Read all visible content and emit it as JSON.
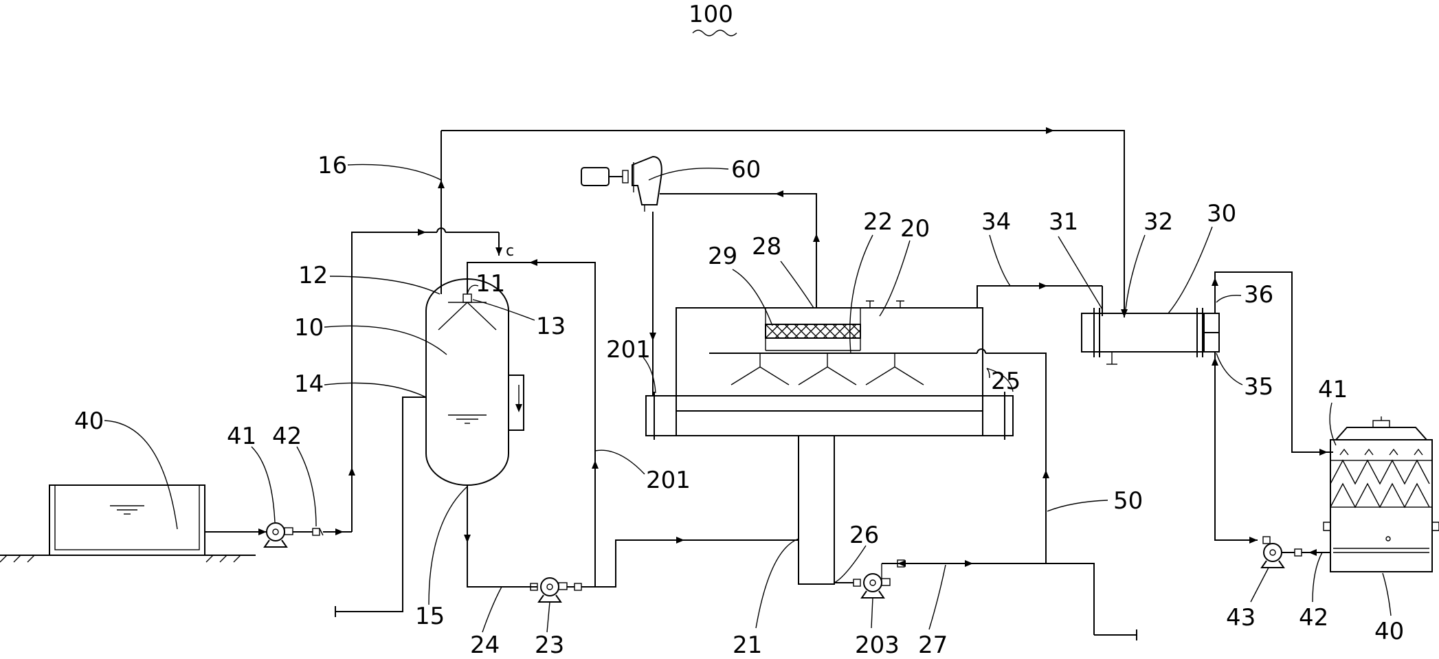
{
  "figure_number": "100",
  "labels": {
    "l10": "10",
    "l11": "11",
    "l12": "12",
    "l13": "13",
    "l14": "14",
    "l15": "15",
    "l16": "16",
    "l20": "20",
    "l21": "21",
    "l22": "22",
    "l23": "23",
    "l24": "24",
    "l25": "25",
    "l26": "26",
    "l27": "27",
    "l28": "28",
    "l29": "29",
    "l30": "30",
    "l31": "31",
    "l32": "32",
    "l34": "34",
    "l35": "35",
    "l36": "36",
    "l40a": "40",
    "l40b": "40",
    "l41a": "41",
    "l41b": "41",
    "l42a": "42",
    "l42b": "42",
    "l43": "43",
    "l50": "50",
    "l60": "60",
    "l201a": "201",
    "l201b": "201",
    "l203": "203",
    "c_mark": "c"
  }
}
